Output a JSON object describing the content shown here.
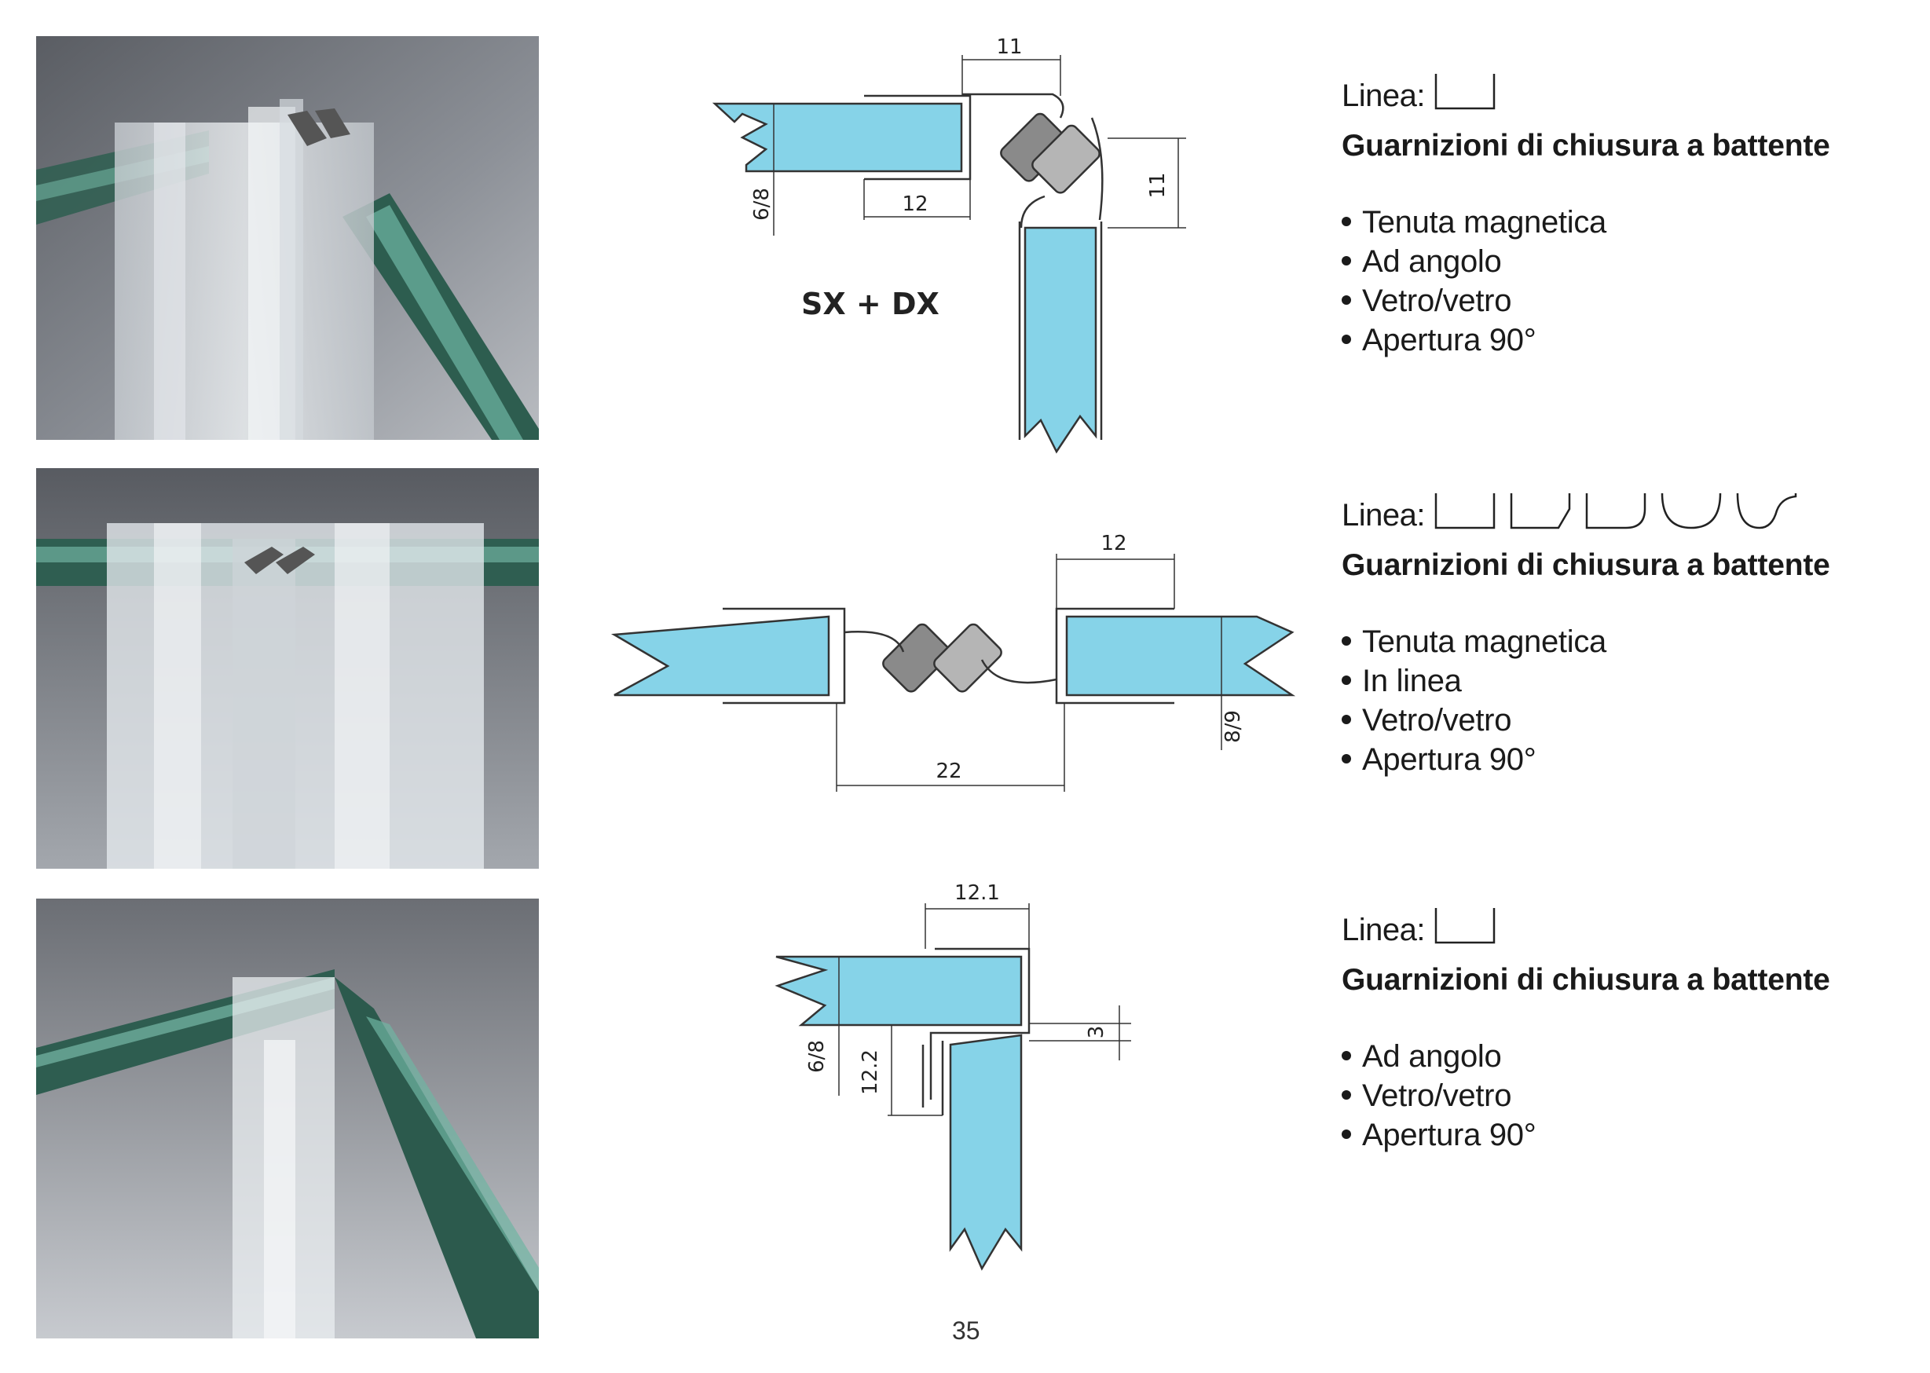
{
  "page_number": "35",
  "sections": [
    {
      "linea_label": "Linea:",
      "title": "Guarnizioni di chiusura a battente",
      "features": [
        "Tenuta magnetica",
        "Ad angolo",
        "Vetro/vetro",
        "Apertura 90°"
      ],
      "drawing": {
        "dims": [
          "11",
          "12",
          "11",
          "6/8"
        ],
        "caption": "SX + DX"
      }
    },
    {
      "linea_label": "Linea:",
      "title": "Guarnizioni di chiusura a battente",
      "features": [
        "Tenuta magnetica",
        "In linea",
        "Vetro/vetro",
        "Apertura 90°"
      ],
      "drawing": {
        "dims": [
          "12",
          "22",
          "8/9"
        ]
      }
    },
    {
      "linea_label": "Linea:",
      "title": "Guarnizioni di chiusura a battente",
      "features": [
        "Ad angolo",
        "Vetro/vetro",
        "Apertura 90°"
      ],
      "drawing": {
        "dims": [
          "12.1",
          "3",
          "6/8",
          "12.2"
        ]
      }
    }
  ],
  "colors": {
    "glass_blue": "#86d3e8",
    "magnet_grey": "#8a8a8a",
    "outline": "#333333"
  }
}
